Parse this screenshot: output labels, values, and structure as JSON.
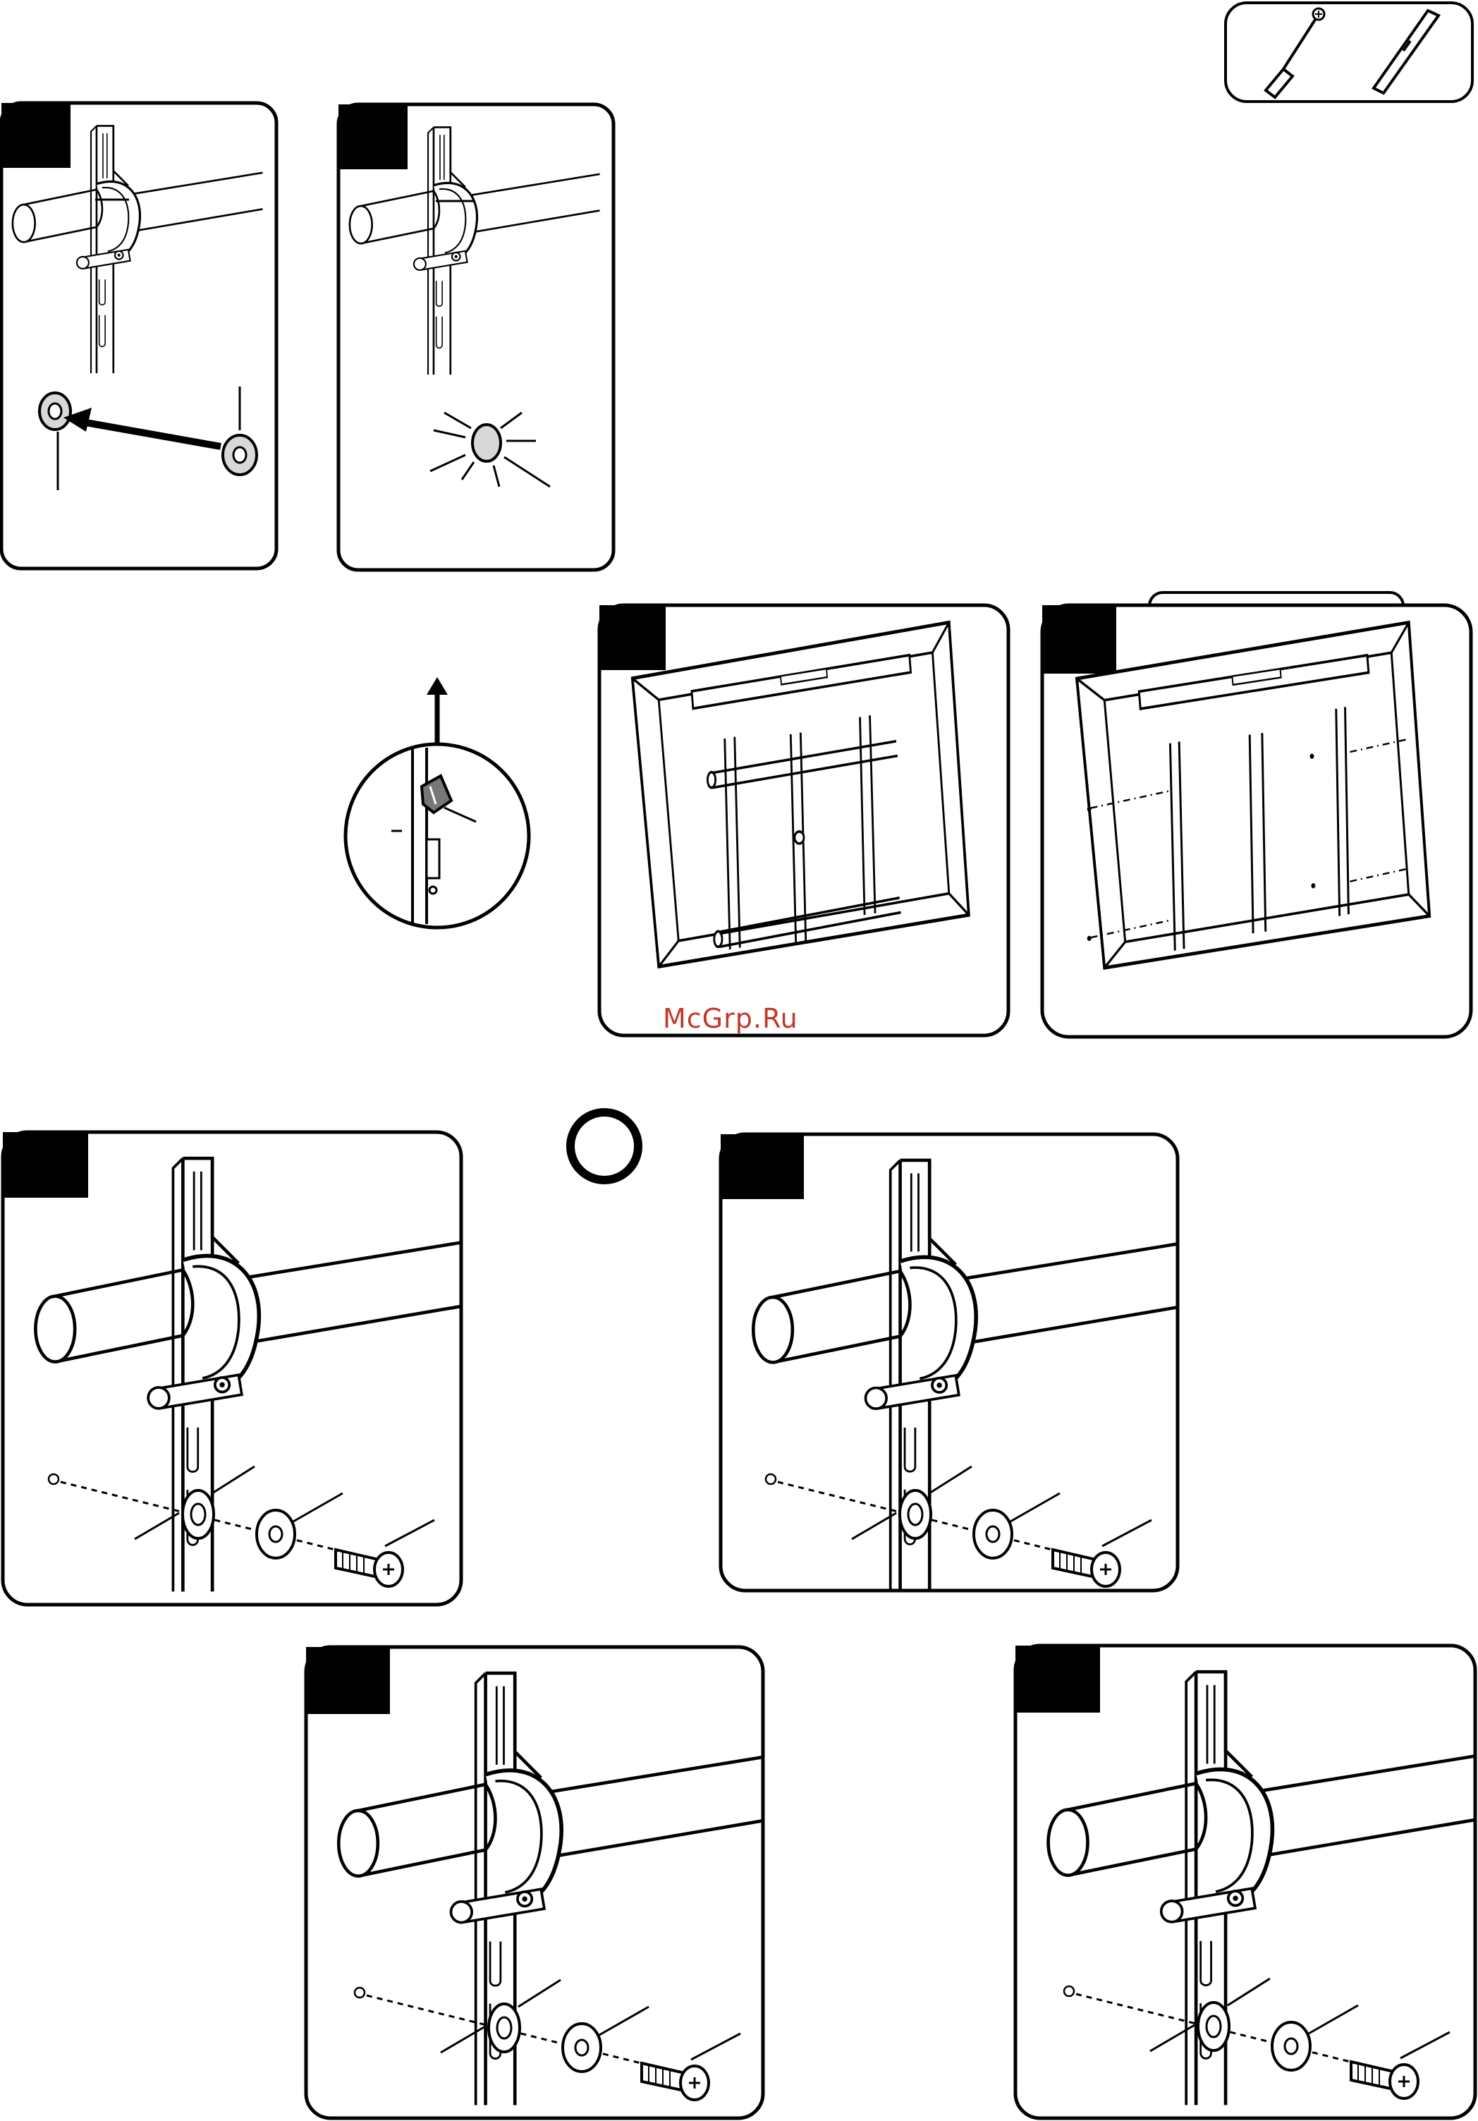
{
  "watermark": "McGrp.Ru",
  "colors": {
    "ink": "#000000",
    "paper": "#ffffff",
    "watermark": "#c0392b",
    "washer_fill": "#d8d8d8"
  },
  "tools_box": {
    "items": [
      "screwdriver-icon",
      "level-icon"
    ]
  },
  "panels": [
    {
      "id": "step-a",
      "kind": "detail-washer-insert"
    },
    {
      "id": "step-b",
      "kind": "detail-washer-seated"
    },
    {
      "id": "step-c",
      "kind": "install-bracket-assembled"
    },
    {
      "id": "step-d",
      "kind": "install-bracket-exploded"
    },
    {
      "id": "step-e",
      "kind": "detail-screw-washer"
    },
    {
      "id": "step-f",
      "kind": "detail-screw-washer"
    },
    {
      "id": "step-g",
      "kind": "detail-screw-washer"
    },
    {
      "id": "step-h",
      "kind": "detail-screw-washer"
    }
  ],
  "callout_circle": {
    "kind": "clip-detail-zoom"
  },
  "or_symbol": {
    "kind": "or-circle"
  }
}
